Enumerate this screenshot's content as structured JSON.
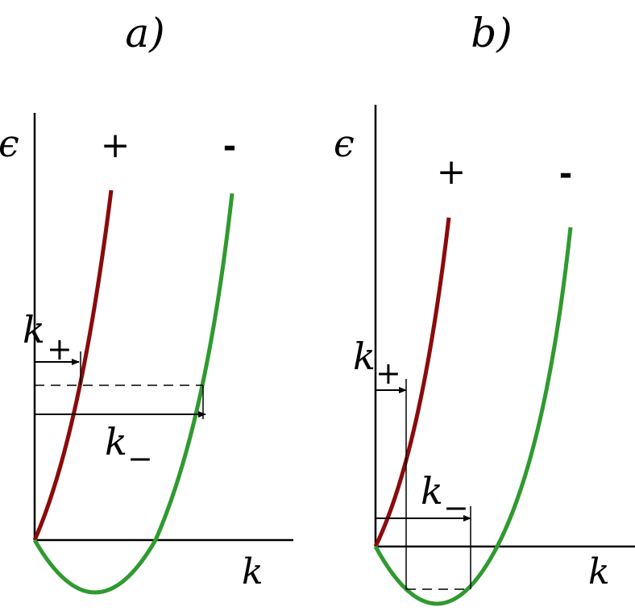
{
  "colors": {
    "plus_branch": "#8b0a0a",
    "minus_branch": "#2f9a2f",
    "axes": "#000000"
  },
  "panel_a": {
    "label": "a)",
    "y_axis_label": "ϵ",
    "x_axis_label": "k",
    "plus_branch_label": "+",
    "minus_branch_label": "-",
    "k_plus_label": "k",
    "k_plus_subscript": "+",
    "k_minus_label": "k",
    "k_minus_subscript": "−"
  },
  "panel_b": {
    "label": "b)",
    "y_axis_label": "ϵ",
    "x_axis_label": "k",
    "plus_branch_label": "+",
    "minus_branch_label": "-",
    "k_plus_label": "k",
    "k_plus_subscript": "+",
    "k_minus_label": "k",
    "k_minus_subscript": "−"
  }
}
